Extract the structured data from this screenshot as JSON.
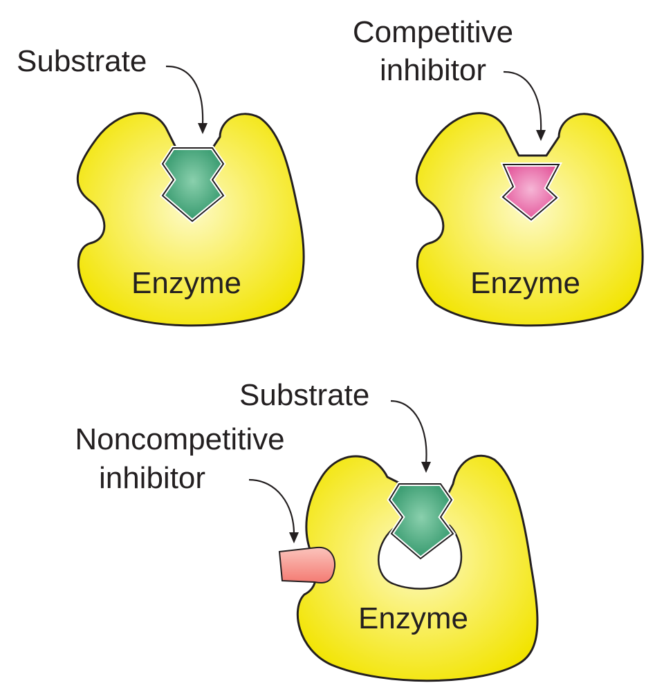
{
  "panels": [
    {
      "id": "substrate-binding",
      "label": "Substrate",
      "enzyme_label": "Enzyme"
    },
    {
      "id": "competitive",
      "label_line1": "Competitive",
      "label_line2": "inhibitor",
      "enzyme_label": "Enzyme"
    },
    {
      "id": "noncompetitive",
      "substrate_label": "Substrate",
      "inhibitor_line1": "Noncompetitive",
      "inhibitor_line2": "inhibitor",
      "enzyme_label": "Enzyme"
    }
  ],
  "colors": {
    "enzyme": "#f7ec19",
    "enzyme_highlight": "#fdfac8",
    "outline": "#231f20",
    "substrate": "#2e9468",
    "substrate_highlight": "#8ad0ad",
    "competitive_inhibitor": "#e24f96",
    "competitive_highlight": "#f6b6d6",
    "noncompetitive_inhibitor": "#f47a72",
    "noncompetitive_highlight": "#fbc4bc"
  }
}
